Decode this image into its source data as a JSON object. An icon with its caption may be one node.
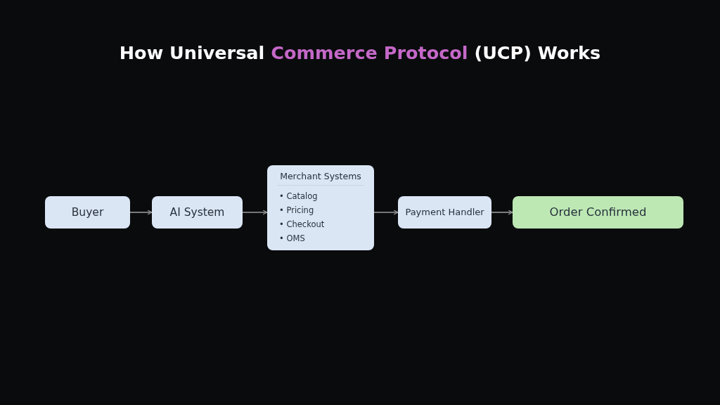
{
  "diagram": {
    "title": "How Universal **Commerce Protocol** (UCP) Works",
    "nodes": [
      {
        "text": [
          "Buyer"
        ]
      },
      {
        "text": [
          "AI System"
        ]
      },
      {
        "text": [
          "Merchant Systems",
          "• Catalog",
          "• Pricing",
          "• Checkout",
          "• OMS"
        ]
      },
      {
        "text": [
          "Payment Handler"
        ]
      },
      {
        "text": [
          "Order Confirmed"
        ]
      }
    ],
    "edges": [
      {
        "from": 0,
        "to": 1,
        "arrow": "to"
      },
      {
        "from": 1,
        "to": 2,
        "arrow": "to"
      },
      {
        "from": 2,
        "to": 3,
        "arrow": "to"
      },
      {
        "from": 3,
        "to": 4,
        "arrow": "to"
      }
    ]
  }
}
